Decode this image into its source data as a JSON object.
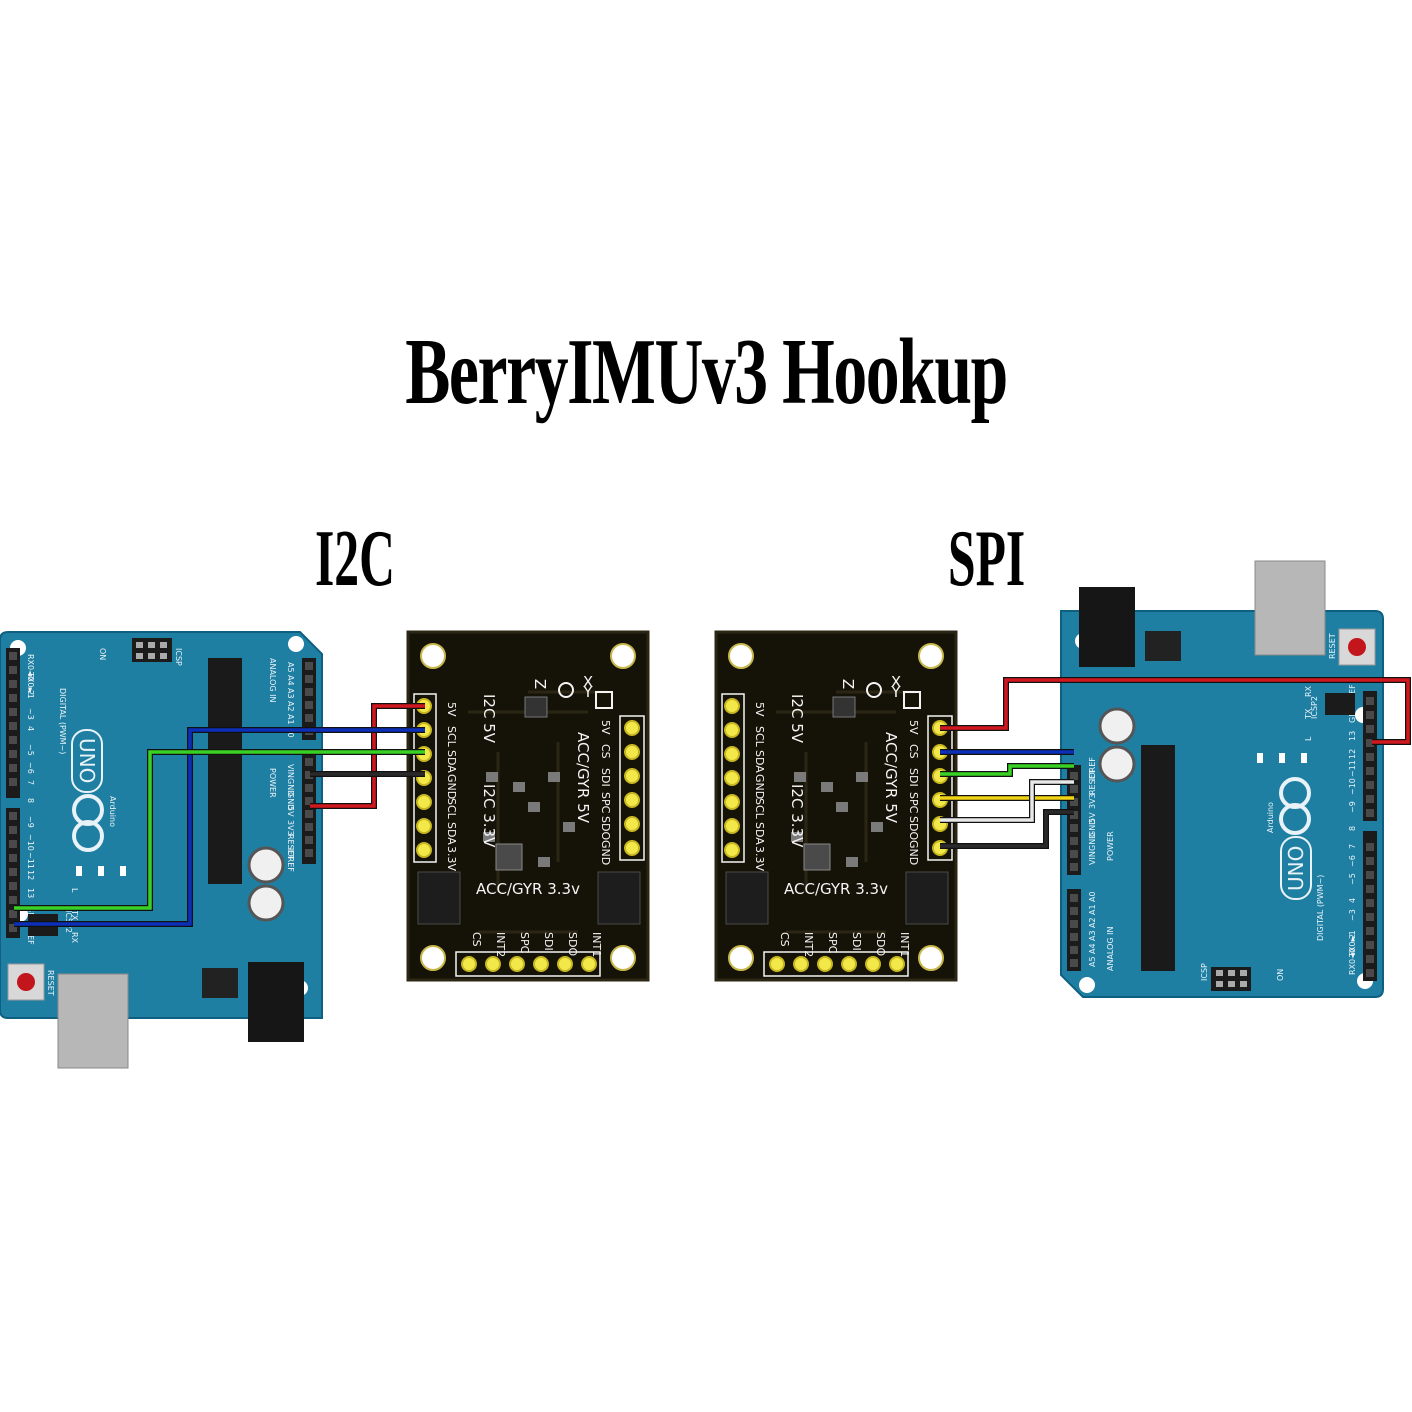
{
  "title": "BerryIMUv3 Hookup",
  "sections": {
    "left": "I2C",
    "right": "SPI"
  },
  "imu": {
    "left_header": [
      "5V",
      "SCL",
      "SDA",
      "GND",
      "SCL",
      "SDA",
      "3.3V"
    ],
    "right_header": [
      "5V",
      "CS",
      "SDI",
      "SPC",
      "SDO",
      "GND"
    ],
    "bottom_header": [
      "CS",
      "INT2",
      "SPC",
      "SDI",
      "SDO",
      "INT1"
    ],
    "label_i2c_5v": "I2C 5V",
    "label_i2c_33v": "I2C 3.3V",
    "label_accgyr_5v": "ACC/GYR 5V",
    "label_accgyr_33v": "ACC/GYR 3.3v",
    "axes": [
      "X",
      "Z",
      "Y"
    ]
  },
  "arduino": {
    "brand": "Arduino",
    "model": "UNO",
    "on": "ON",
    "icsp": "ICSP",
    "icsp2": "ICSP2",
    "reset": "RESET",
    "digital": "DIGITAL (PWM~)",
    "analog": "ANALOG IN",
    "power": "POWER",
    "led_labels": [
      "L",
      "TX",
      "RX"
    ],
    "digital_pins": [
      "RX0◄0",
      "TX0►1",
      "2",
      "~3",
      "4",
      "~5",
      "~6",
      "7",
      "8",
      "~9",
      "~10",
      "~11",
      "12",
      "13",
      "GND",
      "AREF"
    ],
    "analog_pins": [
      "A5",
      "A4",
      "A3",
      "A2",
      "A1",
      "A0"
    ],
    "power_pins": [
      "VIN",
      "GND",
      "GND",
      "5V",
      "3V3",
      "RESET",
      "IOREF"
    ]
  },
  "wire_colors": {
    "red": "#d0181e",
    "blue": "#0b2fb8",
    "green": "#3ad125",
    "black": "#2a2a2a",
    "yellow": "#f1d414",
    "white": "#e8e8e8"
  }
}
